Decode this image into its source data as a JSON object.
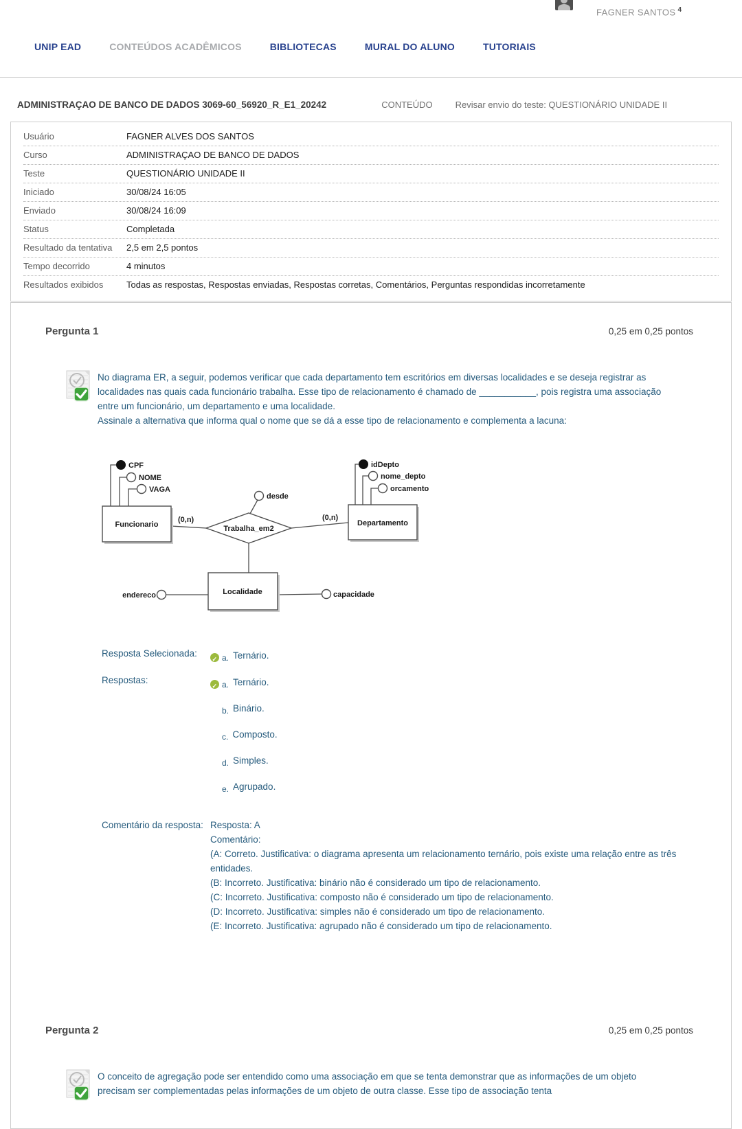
{
  "colors": {
    "nav_blue": "#27418e",
    "nav_gray": "#a7a9ac",
    "content_blue": "#265b7d",
    "check_green": "#9cba3d",
    "badge_green": "#3fa33c"
  },
  "header": {
    "user_name": "FAGNER SANTOS",
    "user_badge": "4"
  },
  "nav": {
    "items": [
      {
        "label": "UNIP EAD"
      },
      {
        "label": "CONTEÚDOS ACADÊMICOS"
      },
      {
        "label": "BIBLIOTECAS"
      },
      {
        "label": "MURAL DO ALUNO"
      },
      {
        "label": "TUTORIAIS"
      }
    ]
  },
  "breadcrumb": {
    "course": "ADMINISTRAÇAO DE BANCO DE DADOS 3069-60_56920_R_E1_20242",
    "section": "CONTEÚDO",
    "page": "Revisar envio do teste: QUESTIONÁRIO UNIDADE II"
  },
  "summary": {
    "rows": [
      {
        "label": "Usuário",
        "value": "FAGNER ALVES DOS SANTOS"
      },
      {
        "label": "Curso",
        "value": "ADMINISTRAÇAO DE BANCO DE DADOS"
      },
      {
        "label": "Teste",
        "value": "QUESTIONÁRIO UNIDADE II"
      },
      {
        "label": "Iniciado",
        "value": "30/08/24 16:05"
      },
      {
        "label": "Enviado",
        "value": "30/08/24 16:09"
      },
      {
        "label": "Status",
        "value": "Completada"
      },
      {
        "label": "Resultado da tentativa",
        "value": "2,5 em 2,5 pontos"
      },
      {
        "label": "Tempo decorrido",
        "value": "4 minutos"
      },
      {
        "label": "Resultados exibidos",
        "value": "Todas as respostas, Respostas enviadas, Respostas corretas, Comentários, Perguntas respondidas incorretamente"
      }
    ]
  },
  "question1": {
    "title": "Pergunta 1",
    "points": "0,25 em 0,25 pontos",
    "body_p1": "No diagrama ER, a seguir, podemos verificar que cada departamento tem escritórios em diversas localidades e se deseja registrar as localidades nas quais cada funcionário trabalha. Esse tipo de relacionamento é chamado de ___________, pois registra uma associação entre um funcionário, um departamento e uma localidade.",
    "body_p2": "Assinale a alternativa que informa qual o nome que se dá a esse tipo de relacionamento e complementa a lacuna:",
    "selected_label": "Resposta Selecionada:",
    "selected": {
      "letter": "a.",
      "text": "Ternário."
    },
    "answers_label": "Respostas:",
    "options": [
      {
        "letter": "a.",
        "text": "Ternário."
      },
      {
        "letter": "b.",
        "text": "Binário."
      },
      {
        "letter": "c.",
        "text": "Composto."
      },
      {
        "letter": "d.",
        "text": "Simples."
      },
      {
        "letter": "e.",
        "text": "Agrupado."
      }
    ],
    "feedback_label": "Comentário da resposta:",
    "feedback": [
      "Resposta: A",
      "Comentário:",
      "(A: Correto. Justificativa: o diagrama apresenta um relacionamento ternário, pois existe uma relação entre as três entidades.",
      "(B: Incorreto. Justificativa: binário não é considerado um tipo de relacionamento.",
      "(C: Incorreto. Justificativa: composto não é considerado um tipo de relacionamento.",
      "(D: Incorreto. Justificativa: simples não é considerado um tipo de relacionamento.",
      "(E: Incorreto. Justificativa: agrupado não é considerado um tipo de relacionamento."
    ]
  },
  "question2": {
    "title": "Pergunta 2",
    "points": "0,25 em 0,25 pontos",
    "body_p1": "O conceito de agregação pode ser entendido como uma associação em que se tenta demonstrar que as informações de um objeto precisam ser complementadas pelas informações de um objeto de outra classe. Esse tipo de associação tenta"
  },
  "diagram": {
    "funcionario": {
      "name": "Funcionario",
      "attrs": [
        "CPF",
        "NOME",
        "VAGA"
      ]
    },
    "departamento": {
      "name": "Departamento",
      "attrs": [
        "idDepto",
        "nome_depto",
        "orcamento"
      ]
    },
    "localidade": {
      "name": "Localidade",
      "attr_left": "endereco",
      "attr_right": "capacidade"
    },
    "relationship": {
      "name": "Trabalha_em2",
      "attr": "desde"
    },
    "card_left": "(0,n)",
    "card_right": "(0,n)"
  }
}
